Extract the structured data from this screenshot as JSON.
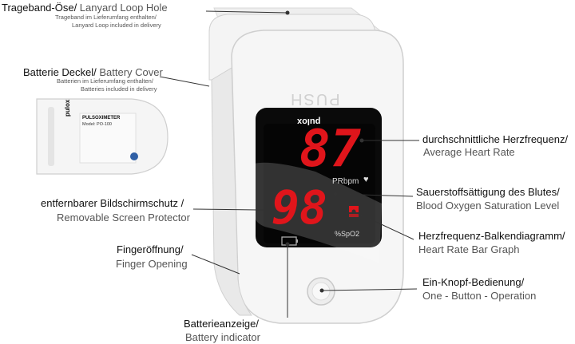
{
  "labels": {
    "lanyard": {
      "de": "Trageband-Öse/",
      "en": " Lanyard Loop Hole",
      "note1": "Trageband im Lieferumfang enthalten/",
      "note2": "Lanyard Loop included in delivery"
    },
    "battery_cover": {
      "de": "Batterie Deckel/",
      "en": " Battery Cover",
      "note1": "Batterien im Lieferumfang enthalten/",
      "note2": "Batteries included in delivery"
    },
    "screen_protector": {
      "de": "entfernbarer Bildschirmschutz /",
      "en": "Removable Screen Protector"
    },
    "finger_opening": {
      "de": "Fingeröffnung/",
      "en": "Finger Opening"
    },
    "battery_indicator": {
      "de": "Batterieanzeige/",
      "en": "Battery indicator"
    },
    "heart_rate": {
      "de": "durchschnittliche Herzfrequenz/",
      "en": "Average Heart Rate"
    },
    "spo2": {
      "de": "Sauerstoffsättigung des Blutes/",
      "en": "Blood Oxygen Saturation Level"
    },
    "bar_graph": {
      "de": "Herzfrequenz-Balkendiagramm/",
      "en": "Heart Rate Bar Graph"
    },
    "one_button": {
      "de": "Ein-Knopf-Bedienung/",
      "en": "One - Button - Operation"
    }
  },
  "device": {
    "brand": "pulox",
    "push_text": "PUSH",
    "pulse_value": "87",
    "spo2_value": "98",
    "pr_label": "PRbpm",
    "spo2_label": "%SpO2"
  },
  "battery_label": {
    "brand": "pulox",
    "title": "PULSOXIMETER",
    "model": "Model: PO-100"
  },
  "colors": {
    "display_red": "#e0151b",
    "device_white": "#f2f2f2"
  }
}
